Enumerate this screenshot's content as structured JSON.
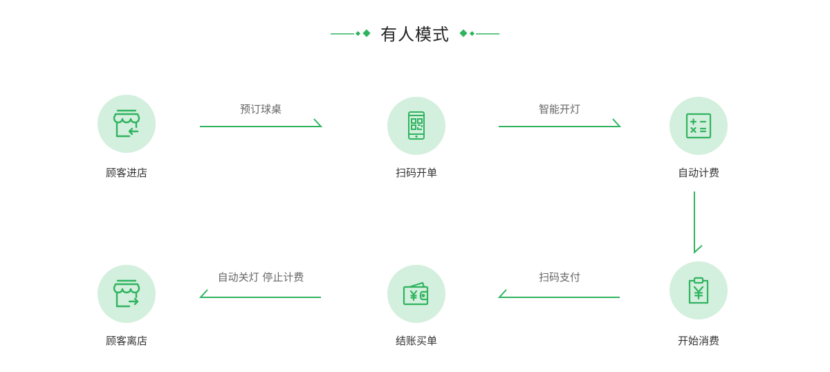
{
  "title": "有人模式",
  "nodes": {
    "customer_enter": "顾客进店",
    "scan_open": "扫码开单",
    "auto_billing": "自动计费",
    "start_consume": "开始消费",
    "checkout": "结账买单",
    "customer_leave": "顾客离店"
  },
  "steps": {
    "book_table": "预订球桌",
    "smart_light": "智能开灯",
    "scan_pay": "扫码支付",
    "auto_off": "自动关灯 停止计费"
  },
  "colors": {
    "accent": "#2fb35f",
    "circle_bg": "#d3efdd"
  }
}
